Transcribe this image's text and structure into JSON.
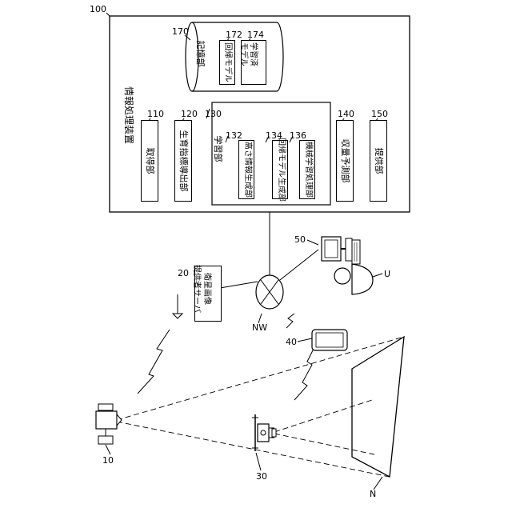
{
  "system": {
    "ref": "100",
    "title": "情報処理装置",
    "storage": {
      "ref": "170",
      "label": "記憶部"
    },
    "regression_model": {
      "ref": "172",
      "label": "回帰モデル"
    },
    "trained_model": {
      "ref": "174",
      "line1": "学習済",
      "line2": "モデル"
    },
    "acquisition": {
      "ref": "110",
      "label": "取得部"
    },
    "growth_index": {
      "ref": "120",
      "label": "生育指標導出部"
    },
    "learning": {
      "ref": "130",
      "label": "学習部"
    },
    "height_info": {
      "ref": "132",
      "label": "高さ情報生成部"
    },
    "regression_gen": {
      "ref": "134",
      "label": "回帰モデル生成部"
    },
    "ml_processing": {
      "ref": "136",
      "label": "機械学習処理部"
    },
    "yield_prediction": {
      "ref": "140",
      "label": "収量予測部"
    },
    "provision": {
      "ref": "150",
      "label": "提供部"
    }
  },
  "satellite_server": {
    "ref": "20",
    "line1": "衛星画像",
    "line2": "提供者サーバ"
  },
  "network": {
    "ref": "NW"
  },
  "terminal": {
    "ref": "50"
  },
  "user": {
    "ref": "U"
  },
  "mobile": {
    "ref": "40"
  },
  "satellite": {
    "ref": "10"
  },
  "drone": {
    "ref": "30"
  },
  "field": {
    "ref": "N"
  }
}
